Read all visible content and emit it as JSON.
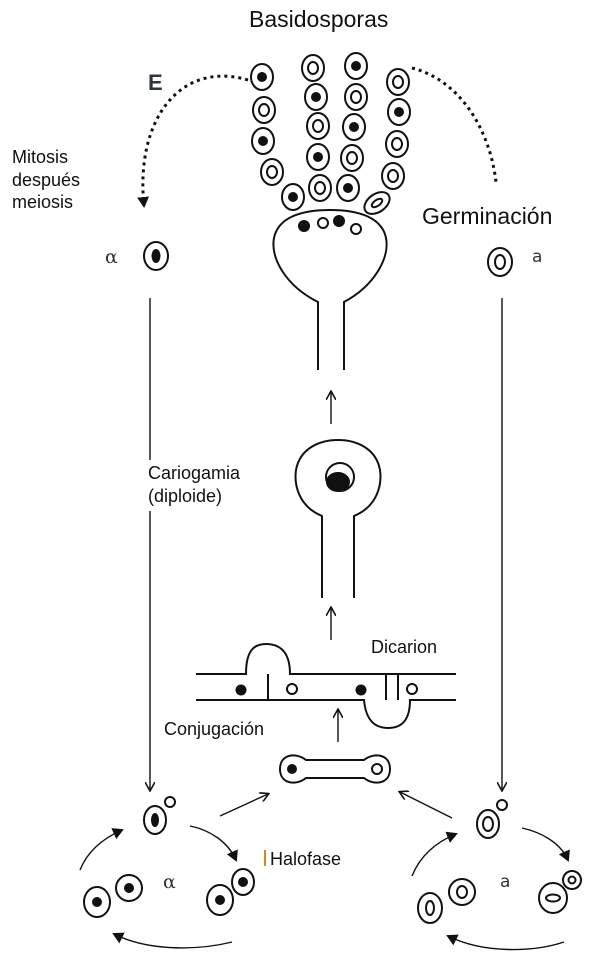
{
  "labels": {
    "top_title": "Basidosporas",
    "stage_letter": "E",
    "left_note": "Mitosis\ndespués\nmeiosis",
    "right_note": "Germinación",
    "alpha_top": "α",
    "a_top": "a",
    "karyogamy": "Cariogamia\n(diploide)",
    "dikaryon": "Dicarion",
    "conjugation": "Conjugación",
    "haplophase": "Halofase",
    "alpha_bottom": "α",
    "a_bottom": "a"
  },
  "colors": {
    "ink": "#111111",
    "fill": "#000000",
    "paper": "#ffffff",
    "accent": "#d48a1c"
  }
}
